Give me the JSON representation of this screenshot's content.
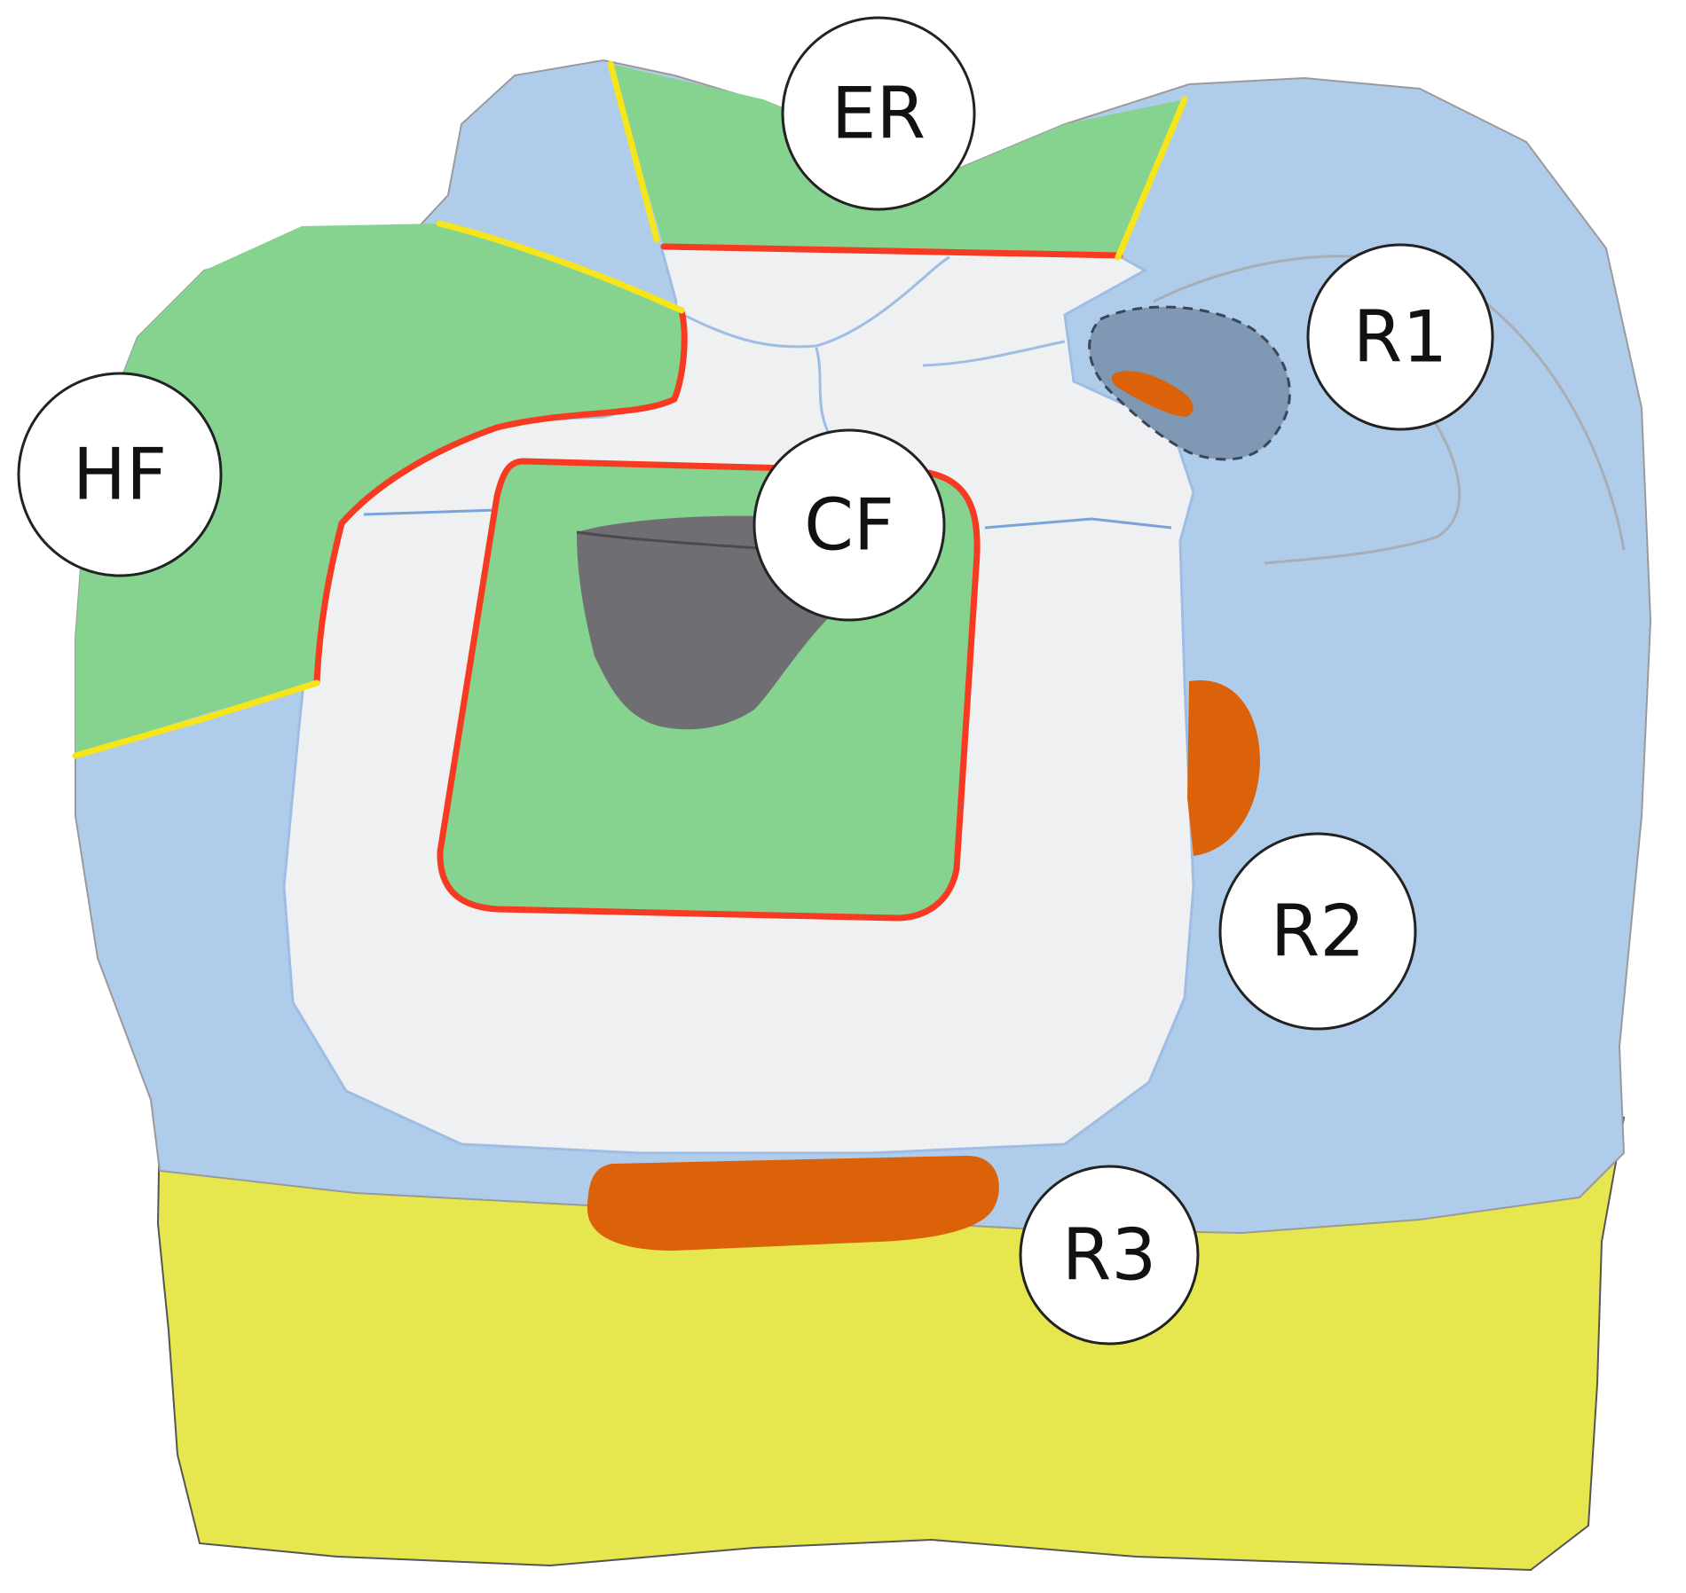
{
  "colors": {
    "enamel": "#AFCDEA",
    "dentin": "#EEF0F2",
    "root": "#E6E64E",
    "fill_green": "#86D28F",
    "resin_orange": "#DB6209",
    "dark_grey": "#6E6E73",
    "slate": "#7F98B4",
    "red_margin": "#F73A22",
    "yellow_margin": "#F5E51A",
    "canal_blue": "#9FBDE4",
    "label_fill": "#FFFFFF",
    "label_stroke": "#222222"
  },
  "labels": {
    "er": "ER",
    "hf": "HF",
    "cf": "CF",
    "r1": "R1",
    "r2": "R2",
    "r3": "R3"
  }
}
